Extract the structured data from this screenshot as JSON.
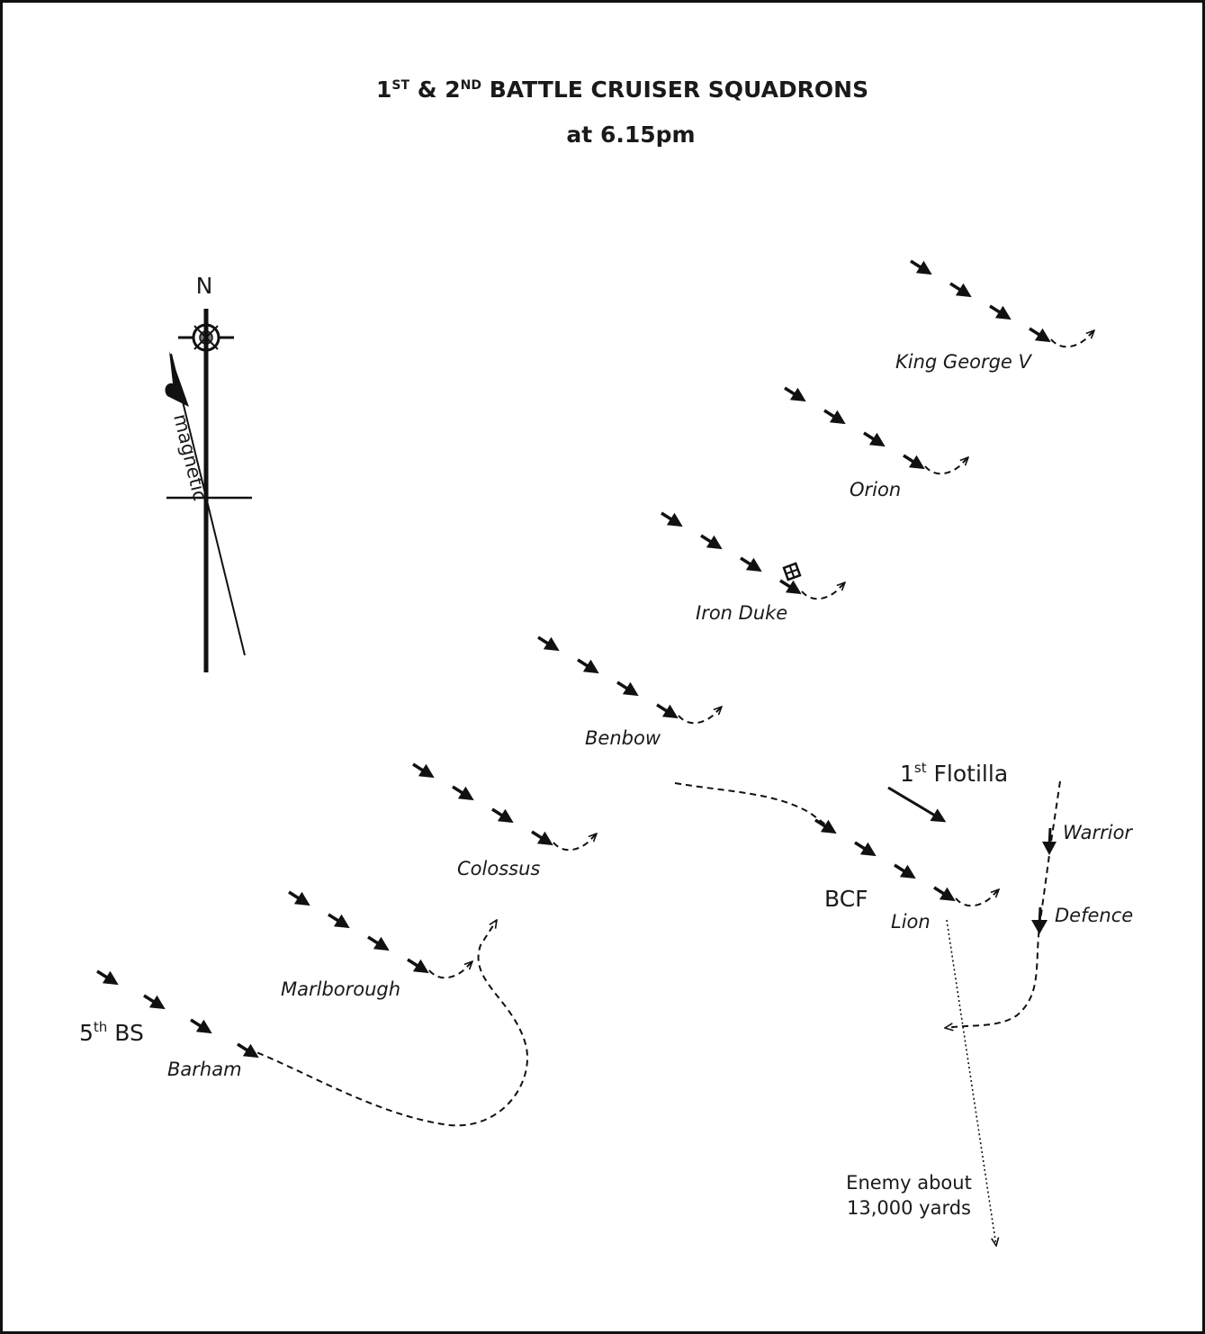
{
  "title": {
    "line1_part1": "1",
    "line1_sup1": "ST",
    "line1_part2": " & 2",
    "line1_sup2": "ND",
    "line1_part3": " BATTLE CRUISER SQUADRONS",
    "line2": "at 6.15pm"
  },
  "compass": {
    "north_label": "N",
    "magnetic_label": "magnetic"
  },
  "ships": [
    {
      "name": "King George V"
    },
    {
      "name": "Orion"
    },
    {
      "name": "Iron Duke"
    },
    {
      "name": "Benbow"
    },
    {
      "name": "Colossus"
    },
    {
      "name": "Marlborough"
    },
    {
      "name": "Barham"
    },
    {
      "name": "Lion"
    },
    {
      "name": "Warrior"
    },
    {
      "name": "Defence"
    }
  ],
  "groups": {
    "flotilla": {
      "base": "1",
      "sup": "st",
      "rest": " Flotilla"
    },
    "bcf": "BCF",
    "fifth_bs": {
      "base": "5",
      "sup": "th",
      "rest": " BS"
    }
  },
  "enemy_note": {
    "line1": "Enemy about",
    "line2": "13,000 yards"
  },
  "colors": {
    "ink": "#111111",
    "background": "#ffffff"
  }
}
